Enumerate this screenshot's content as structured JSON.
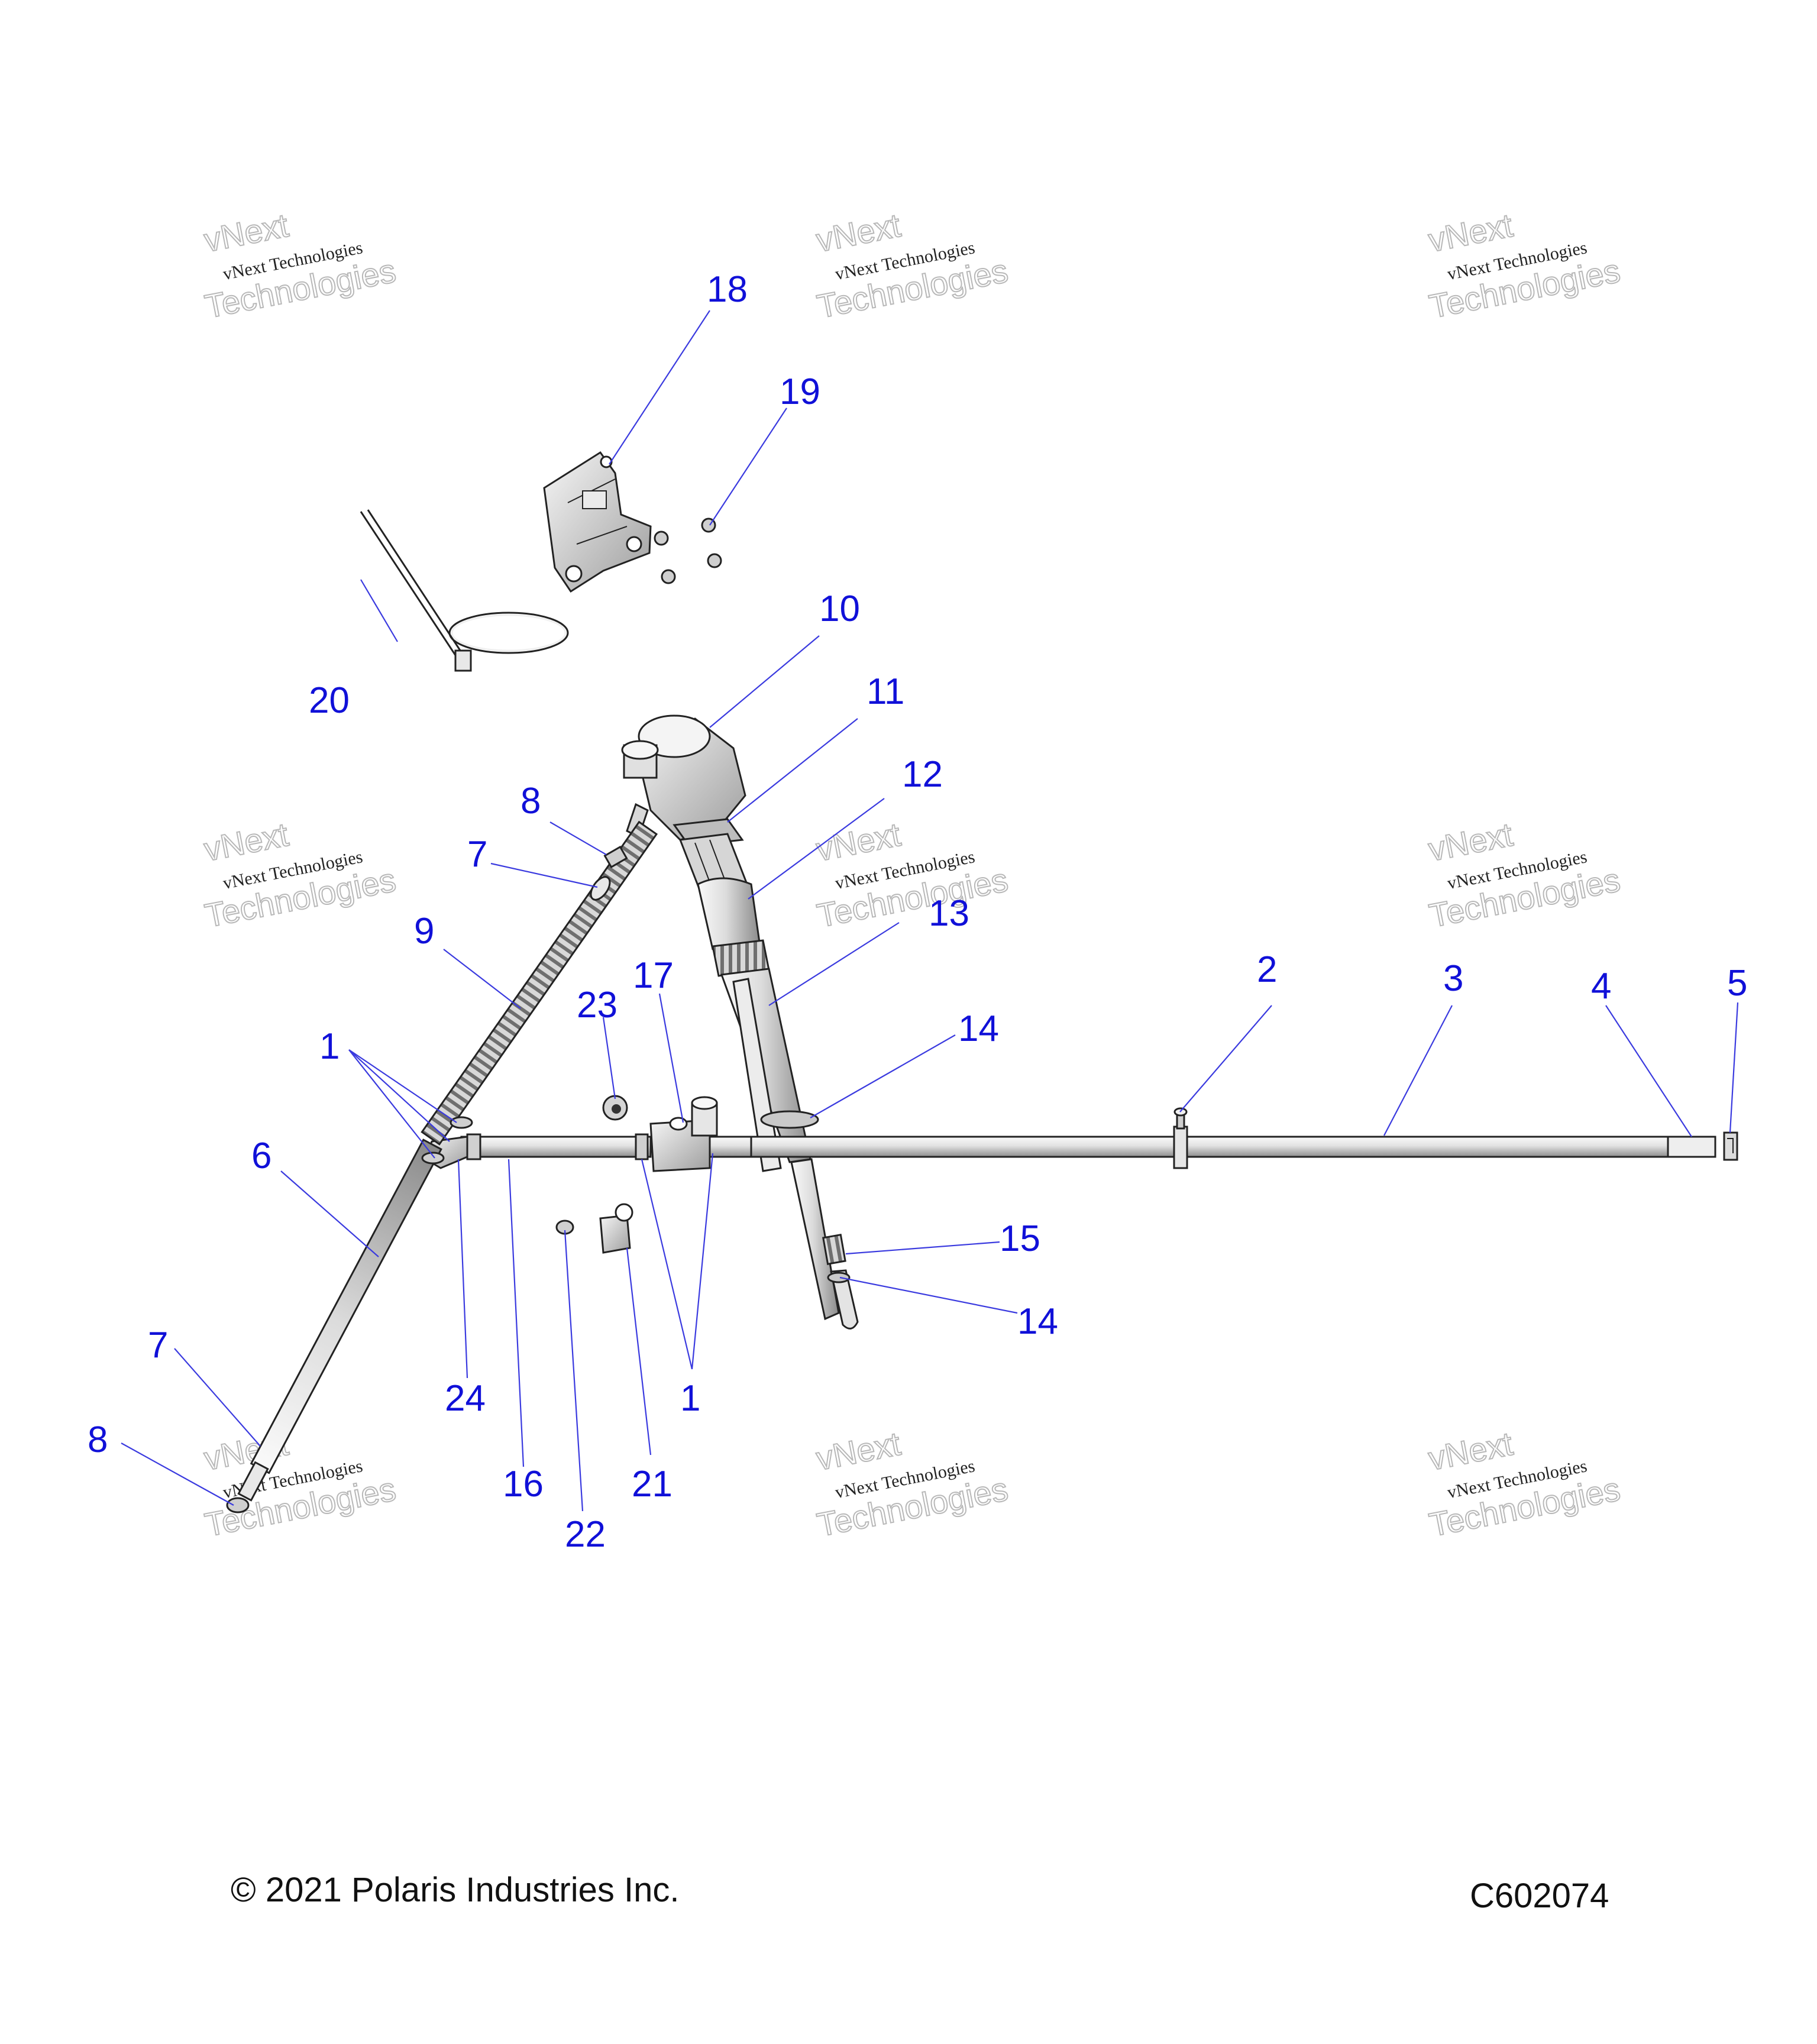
{
  "callouts": {
    "c1a": "1",
    "c1b": "1",
    "c2": "2",
    "c3": "3",
    "c4": "4",
    "c5": "5",
    "c6": "6",
    "c7a": "7",
    "c7b": "7",
    "c8a": "8",
    "c8b": "8",
    "c9": "9",
    "c10": "10",
    "c11": "11",
    "c12": "12",
    "c13": "13",
    "c14a": "14",
    "c14b": "14",
    "c15": "15",
    "c16": "16",
    "c17": "17",
    "c18": "18",
    "c19": "19",
    "c20": "20",
    "c21": "21",
    "c22": "22",
    "c23": "23",
    "c24": "24"
  },
  "watermark": {
    "small": "vNext Technologies",
    "big_top": "vNext",
    "big_bottom": "Technologies"
  },
  "footer": {
    "copyright": "© 2021 Polaris Industries Inc.",
    "code": "C602074"
  },
  "colors": {
    "callout": "#1010d8",
    "leader": "#3a3adf"
  }
}
